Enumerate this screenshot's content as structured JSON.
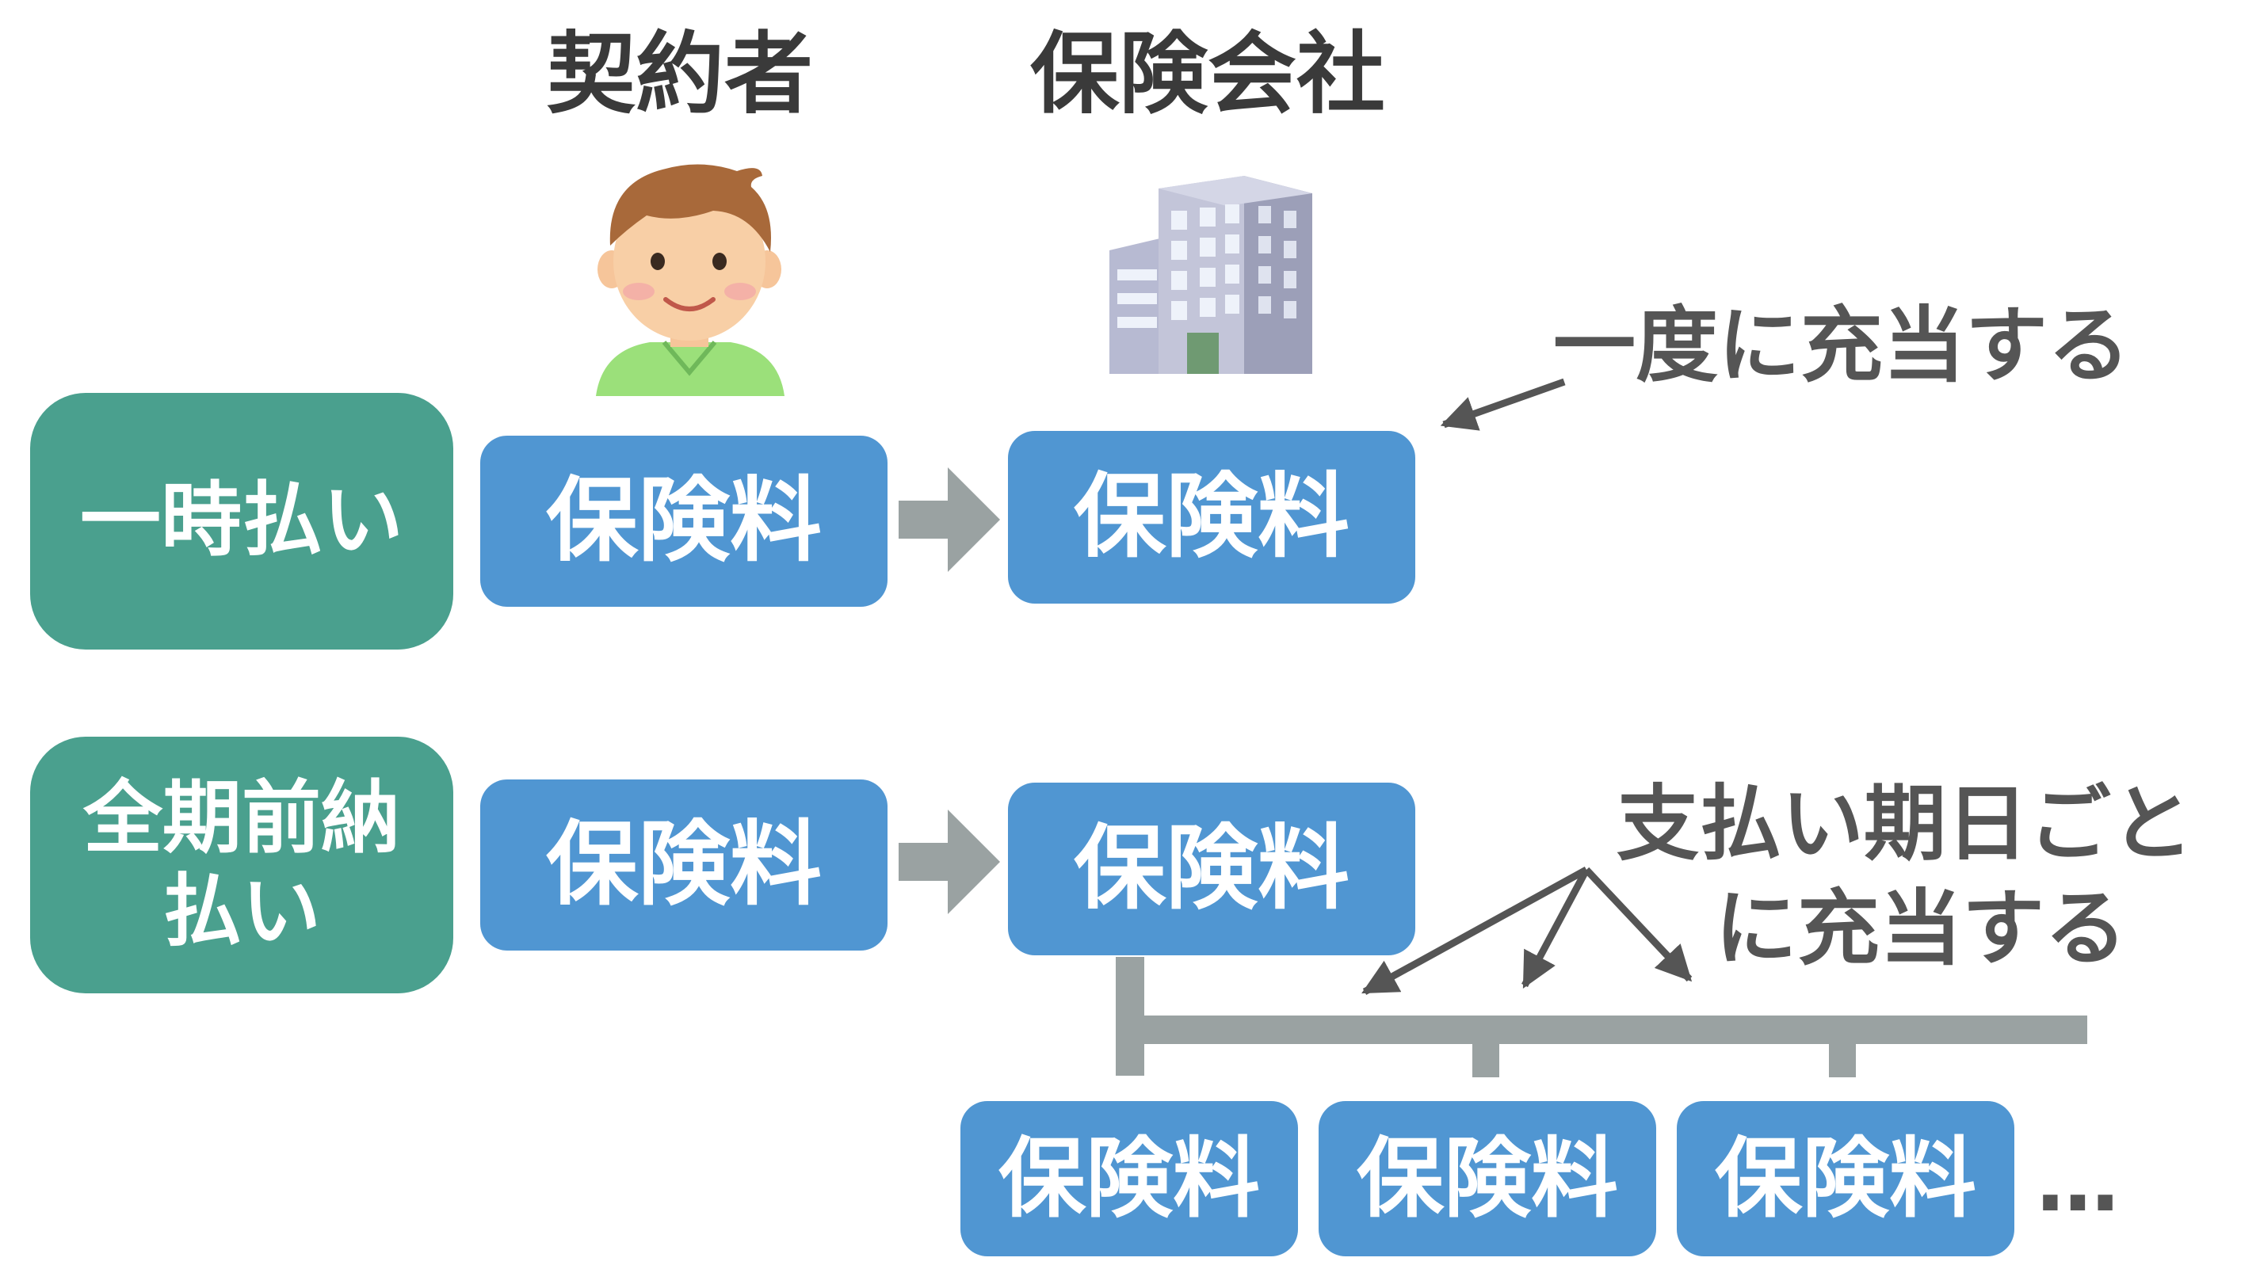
{
  "headers": {
    "contractor": "契約者",
    "insurer": "保険会社"
  },
  "rows": {
    "lump_sum": {
      "label": "一時払い",
      "box_from": "保険料",
      "box_to": "保険料",
      "note": "一度に充当する"
    },
    "prepaid": {
      "label_line1": "全期前納",
      "label_line2": "払い",
      "box_from": "保険料",
      "box_to": "保険料",
      "note_line1": "支払い期日ごと",
      "note_line2": "に充当する",
      "split_boxes": [
        "保険料",
        "保険料",
        "保険料"
      ],
      "ellipsis": "…"
    }
  },
  "icons": {
    "contractor": "person-icon",
    "insurer": "office-building-icon"
  },
  "colors": {
    "category_box": "#4aa08e",
    "premium_box": "#5096d2",
    "flow_arrow": "#9aa2a2",
    "annotation_arrow": "#555555",
    "text_dark": "#3a3a3a"
  }
}
